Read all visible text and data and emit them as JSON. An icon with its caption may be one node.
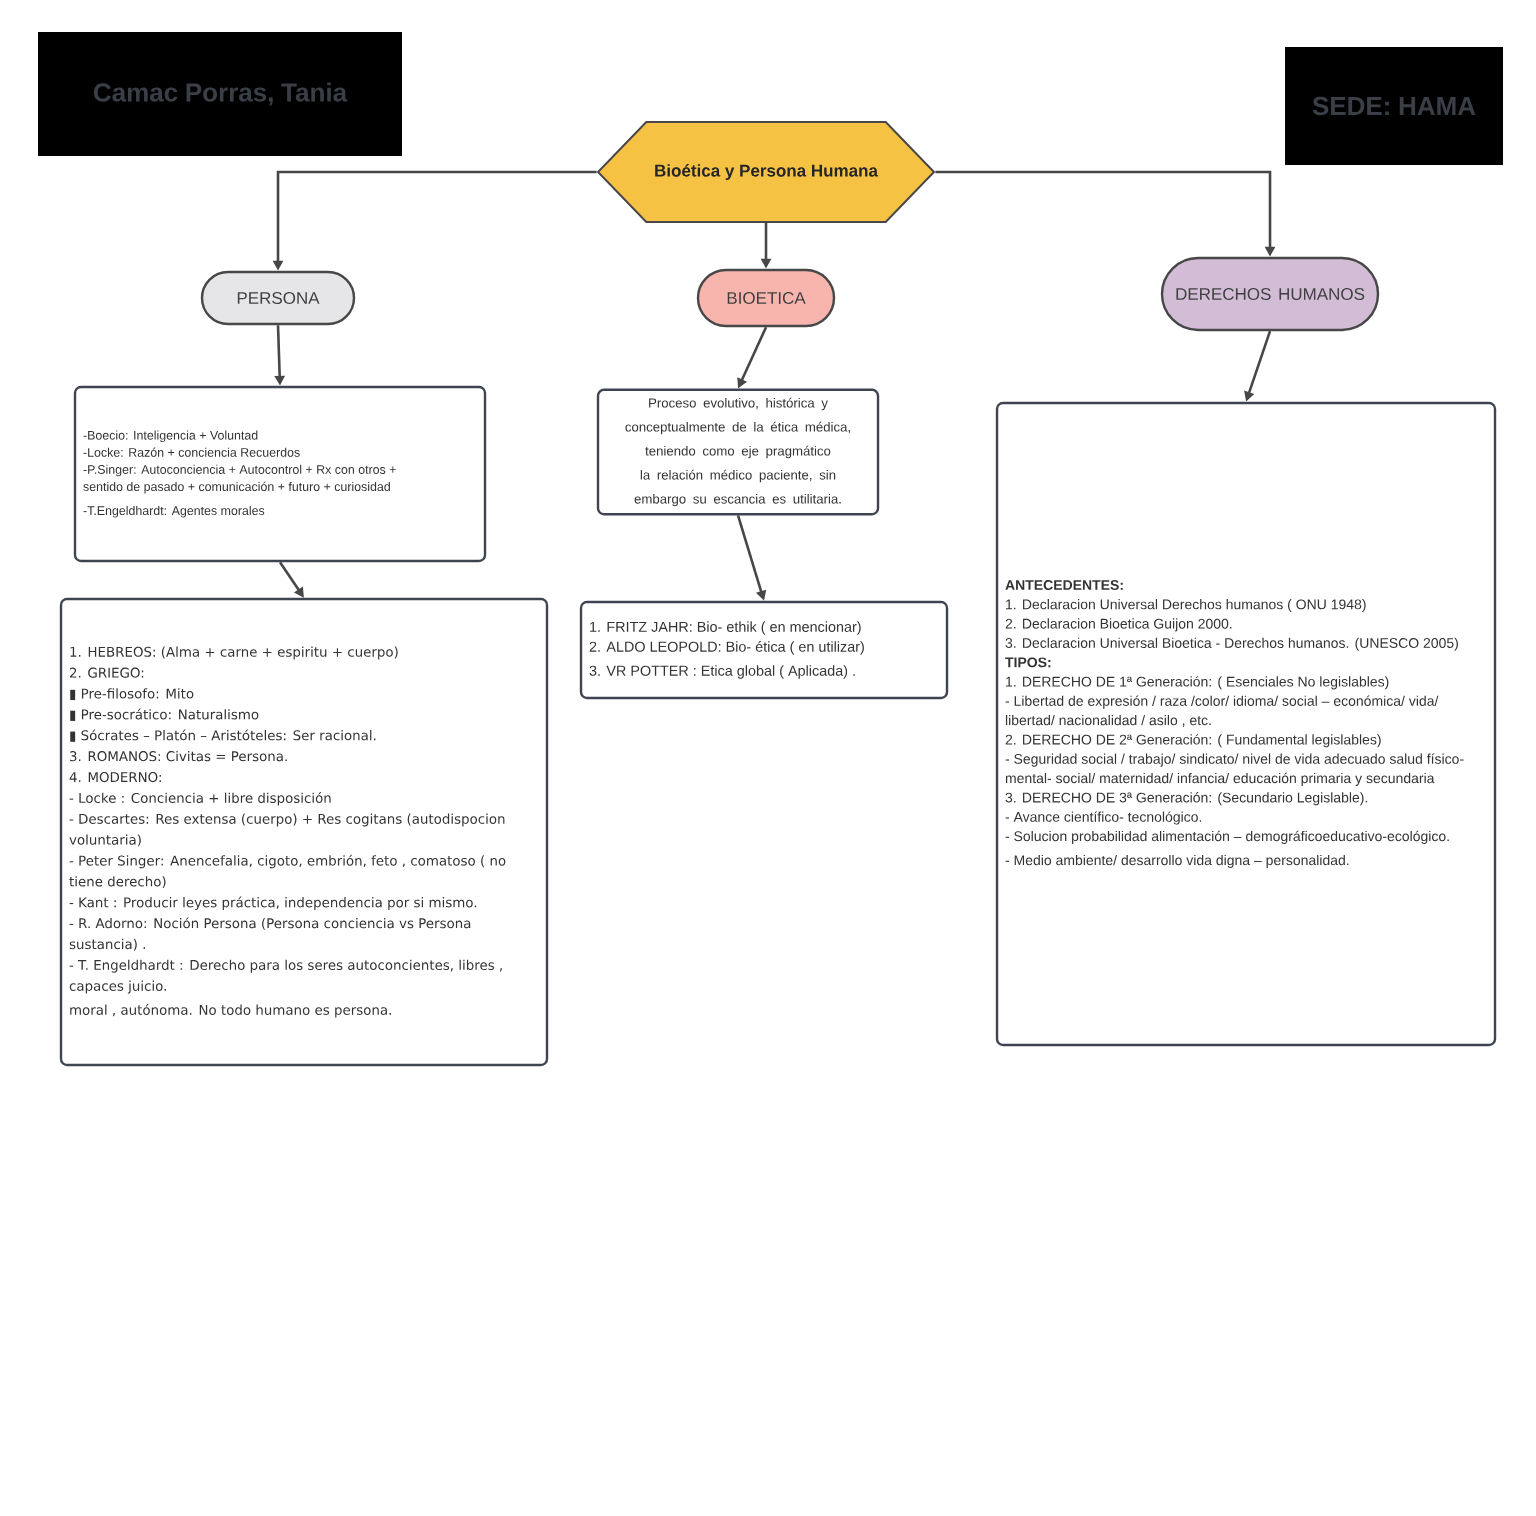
{
  "diagram": {
    "nodes": [
      {
        "text": [
          "Camac Porras, Tania"
        ]
      },
      {
        "text": [
          "SEDE: HAMA"
        ]
      },
      {
        "text": [
          "Bioética y Persona Humana"
        ]
      },
      {
        "text": [
          "PERSONA"
        ]
      },
      {
        "text": [
          "BIOETICA"
        ]
      },
      {
        "text": [
          "DERECHOS HUMANOS"
        ]
      },
      {
        "text": [
          "-Boecio: Inteligencia + Voluntad",
          "-Locke: Razón + conciencia Recuerdos",
          "-P.Singer: Autoconciencia + Autocontrol + Rx con otros +",
          "sentido de pasado + comunicación + futuro + curiosidad",
          "-T.Engeldhardt: Agentes morales"
        ]
      },
      {
        "text": [
          "Proceso evolutivo, histórica y conceptualmente de la ética médica, teniendo como eje pragmático la relación médico paciente, sin embargo su escancia es utilitaria."
        ]
      },
      {
        "text": [
          "ANTECEDENTES:",
          "1. Declaracion Universal Derechos humanos ( ONU 1948)",
          "2. Declaracion Bioetica Guijon 2000.",
          "3. Declaracion Universal Bioetica - Derechos humanos. (UNESCO 2005)",
          "TIPOS:",
          "1. DERECHO DE 1ª Generación: ( Esenciales No legislables)",
          "- Libertad de expresión / raza /color/ idioma/ social – económica/ vida/ libertad/ nacionalidad / asilo , etc.",
          "2. DERECHO DE 2ª Generación: ( Fundamental legislables)",
          "- Seguridad social / trabajo/ sindicato/ nivel de vida adecuado salud físico- mental- social/ maternidad/ infancia/ educación primaria y secundaria",
          "3. DERECHO DE 3ª Generación: (Secundario Legislable).",
          "- Avance científico- tecnológico.",
          "- Solucion probabilidad alimentación – demográficoeducativo-ecológico.",
          "- Medio ambiente/ desarrollo vida digna – personalidad."
        ]
      },
      {
        "text": [
          "1. HEBREOS: (Alma + carne + espiritu + cuerpo)",
          "2. GRIEGO:",
          "▮ Pre-filosofo: Mito",
          "▮ Pre-socrático: Naturalismo",
          "▮ Sócrates – Platón – Aristóteles: Ser racional.",
          "3. ROMANOS: Civitas = Persona.",
          "4. MODERNO:",
          "- Locke : Conciencia + libre disposición",
          "- Descartes: Res extensa (cuerpo) + Res cogitans (autodispocion voluntaria)",
          "- Peter Singer: Anencefalia, cigoto, embrión, feto , comatoso ( no tiene derecho)",
          "- Kant : Producir leyes práctica, independencia por si mismo.",
          "- R. Adorno: Noción Persona (Persona conciencia vs Persona sustancia) .",
          "- T. Engeldhardt : Derecho para los seres autoconcientes, libres , capaces juicio.",
          "moral , autónoma. No todo humano es persona."
        ]
      },
      {
        "text": [
          "1. FRITZ JAHR: Bio- ethik ( en mencionar)",
          "2. ALDO LEOPOLD: Bio- ética ( en utilizar)",
          "3. VR POTTER : Etica global ( Aplicada) ."
        ]
      }
    ],
    "edges": [
      {
        "from": 2,
        "to": 3,
        "arrow": "to"
      },
      {
        "from": 2,
        "to": 4,
        "arrow": "to"
      },
      {
        "from": 2,
        "to": 5,
        "arrow": "to"
      },
      {
        "from": 3,
        "to": 6,
        "arrow": "to"
      },
      {
        "from": 6,
        "to": 9,
        "arrow": "to"
      },
      {
        "from": 4,
        "to": 7,
        "arrow": "to"
      },
      {
        "from": 7,
        "to": 10,
        "arrow": "to"
      },
      {
        "from": 5,
        "to": 8,
        "arrow": "to"
      }
    ]
  }
}
